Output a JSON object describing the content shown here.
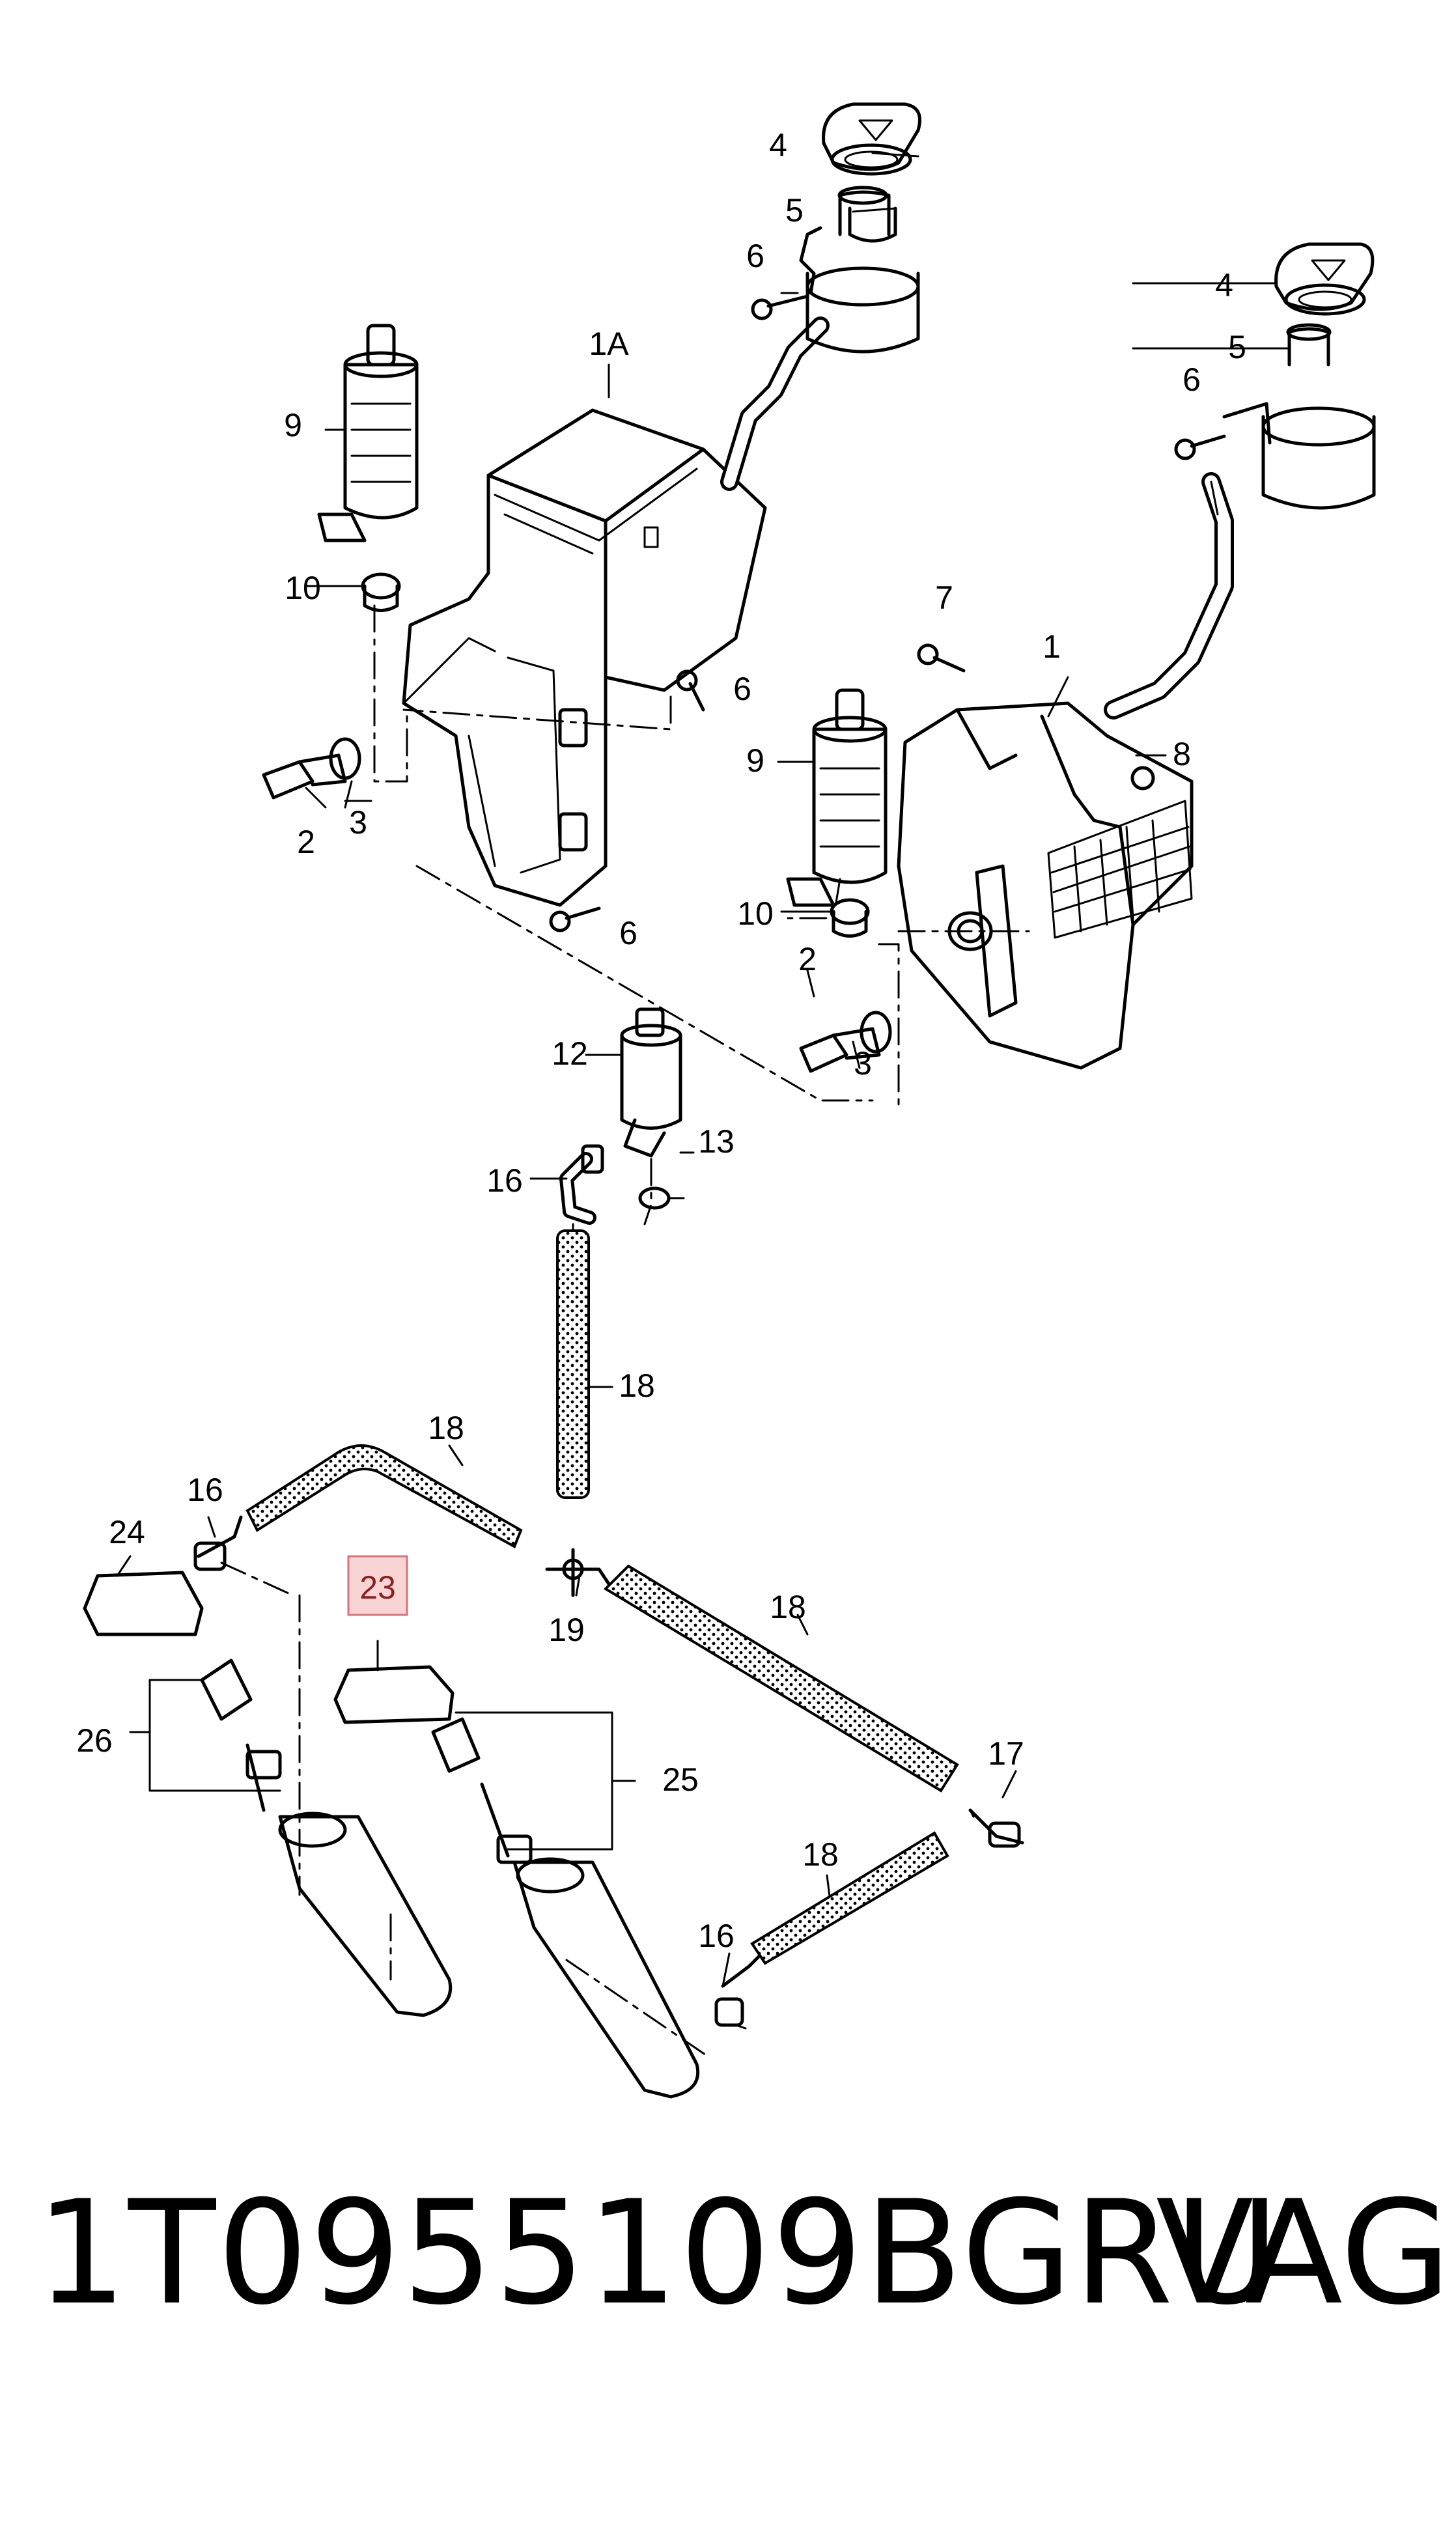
{
  "callouts": {
    "c1A": "1A",
    "c1": "1",
    "c4a": "4",
    "c4b": "4",
    "c5a": "5",
    "c5b": "5",
    "c6a": "6",
    "c6b": "6",
    "c6c": "6",
    "c6d": "6",
    "c7": "7",
    "c8": "8",
    "c9a": "9",
    "c9b": "9",
    "c10a": "10",
    "c10b": "10",
    "c2a": "2",
    "c2b": "2",
    "c3a": "3",
    "c3b": "3",
    "c12": "12",
    "c13": "13",
    "c16a": "16",
    "c16b": "16",
    "c16c": "16",
    "c17": "17",
    "c18a": "18",
    "c18b": "18",
    "c18c": "18",
    "c18d": "18",
    "c19": "19",
    "c23": "23",
    "c24": "24",
    "c25": "25",
    "c26": "26"
  },
  "highlight": {
    "color": "#f8d4d4",
    "border": "#d9737a"
  },
  "footer": {
    "part_number": "1T0955109BGRU",
    "brand": "VAG"
  }
}
